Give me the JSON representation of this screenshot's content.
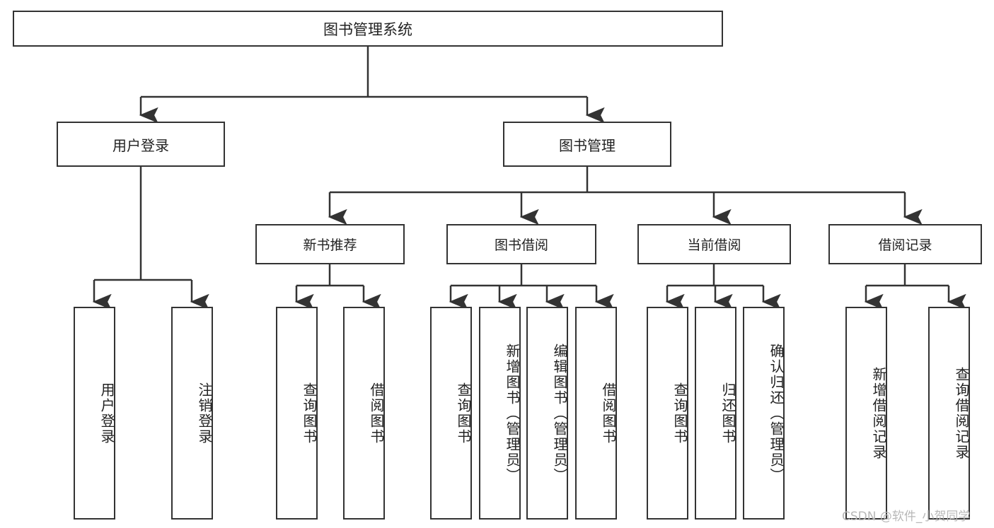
{
  "diagram": {
    "title": "图书管理系统",
    "watermark": "CSDN @软件_小贺同学",
    "colors": {
      "box_border": "#333333",
      "box_fill": "#ffffff",
      "line": "#333333",
      "text": "#222222",
      "watermark": "#b8b8b8"
    },
    "root": {
      "label": "图书管理系统"
    },
    "level2": [
      {
        "label": "用户登录"
      },
      {
        "label": "图书管理"
      }
    ],
    "level3": [
      {
        "label": "新书推荐"
      },
      {
        "label": "图书借阅"
      },
      {
        "label": "当前借阅"
      },
      {
        "label": "借阅记录"
      }
    ],
    "leaves": {
      "user_login": [
        {
          "label": "用户登录"
        },
        {
          "label": "注销登录"
        }
      ],
      "new_book_recommend": [
        {
          "label": "查询图书"
        },
        {
          "label": "借阅图书"
        }
      ],
      "book_borrow": [
        {
          "label": "查询图书"
        },
        {
          "label": "新增图书（管理员）"
        },
        {
          "label": "编辑图书（管理员）"
        },
        {
          "label": "借阅图书"
        }
      ],
      "current_borrow": [
        {
          "label": "查询图书"
        },
        {
          "label": "归还图书"
        },
        {
          "label": "确认归还（管理员）"
        }
      ],
      "borrow_record": [
        {
          "label": "新增借阅记录"
        },
        {
          "label": "查询借阅记录"
        }
      ]
    }
  }
}
